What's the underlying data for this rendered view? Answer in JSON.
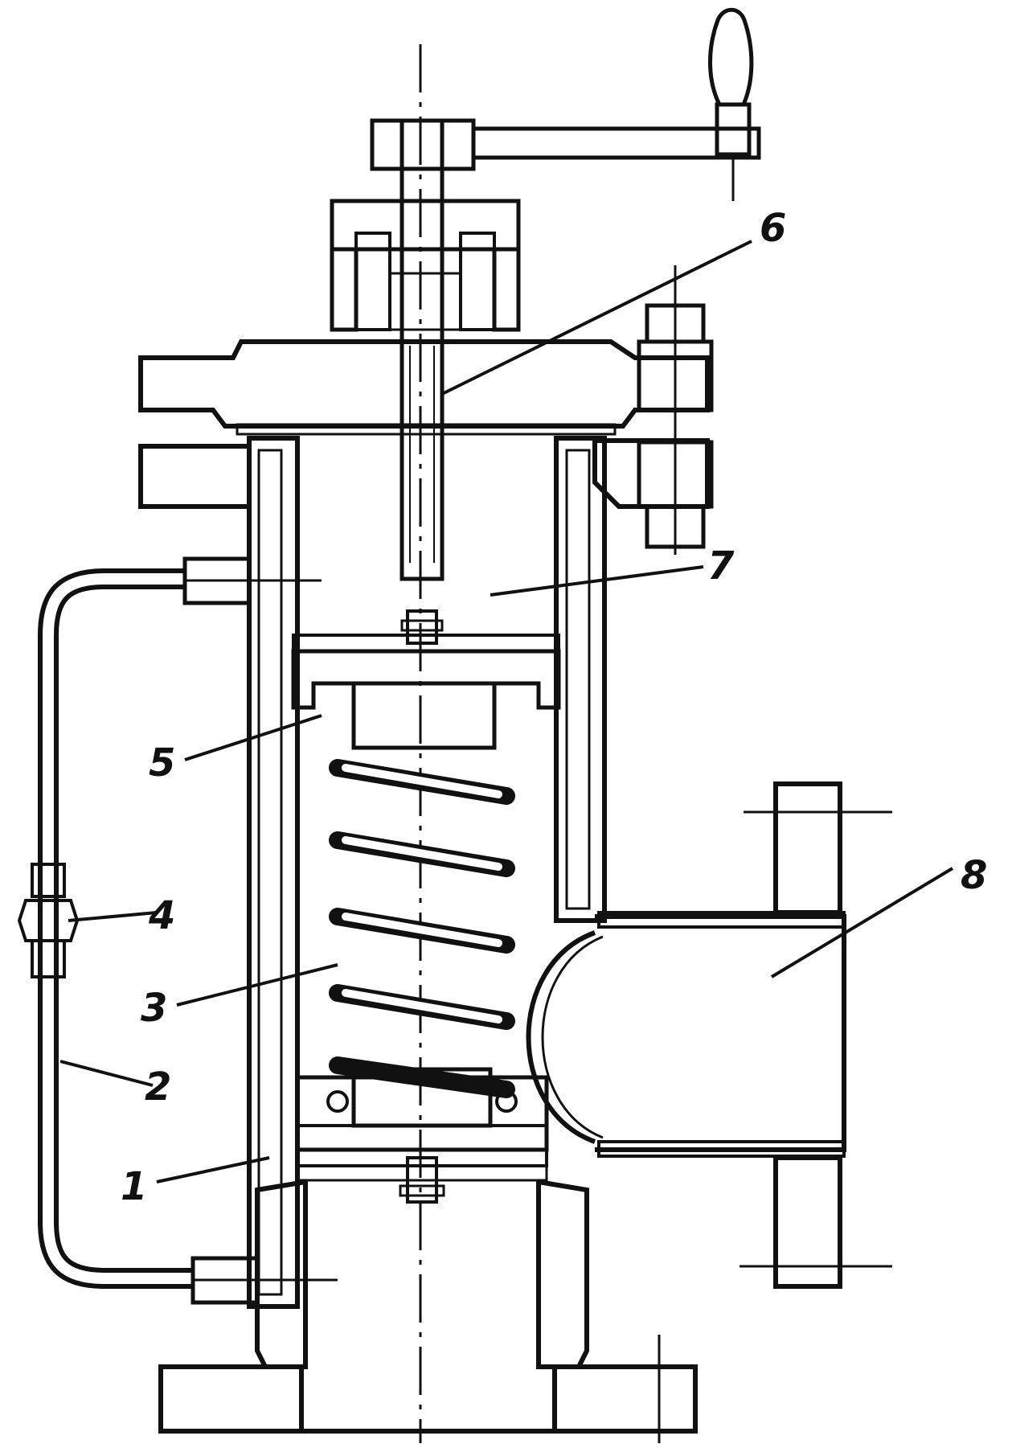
{
  "diagram": {
    "subject": "safety-valve-cross-section",
    "ink_color": "#111111",
    "paper_color": "#ffffff",
    "callouts": [
      {
        "id": "c1",
        "label": "1"
      },
      {
        "id": "c2",
        "label": "2"
      },
      {
        "id": "c3",
        "label": "3"
      },
      {
        "id": "c4",
        "label": "4"
      },
      {
        "id": "c5",
        "label": "5"
      },
      {
        "id": "c6",
        "label": "6"
      },
      {
        "id": "c7",
        "label": "7"
      },
      {
        "id": "c8",
        "label": "8"
      }
    ]
  }
}
